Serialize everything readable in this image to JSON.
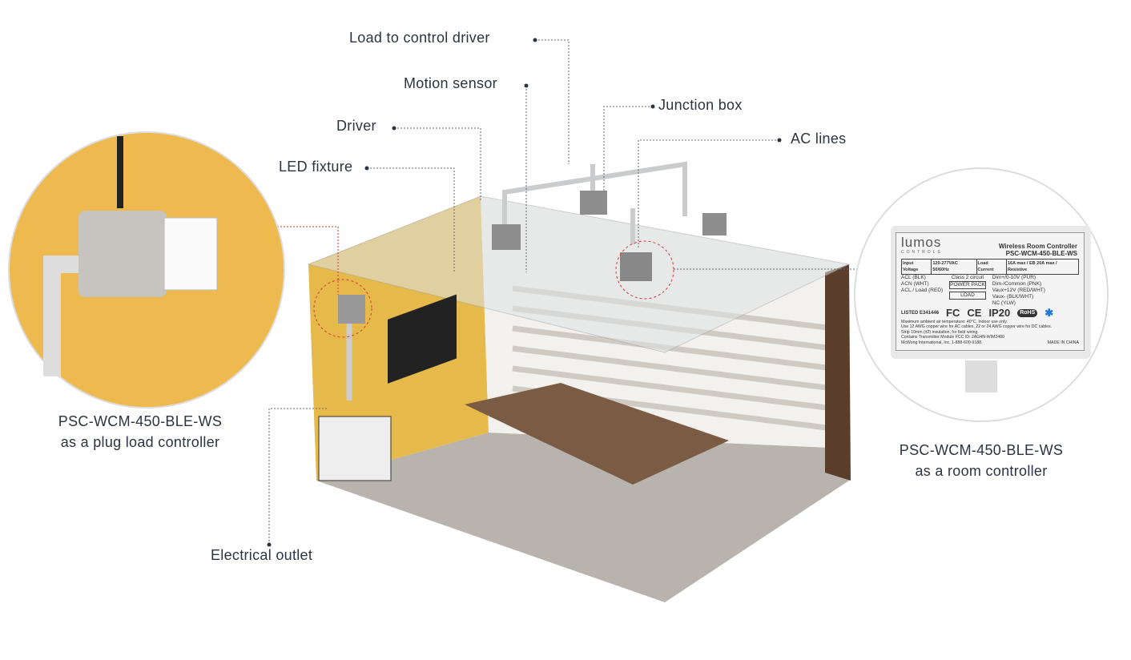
{
  "labels": {
    "load_to_driver": "Load to control driver",
    "motion_sensor": "Motion sensor",
    "driver": "Driver",
    "led_fixture": "LED fixture",
    "junction_box": "Junction box",
    "ac_lines": "AC lines",
    "electrical_outlet": "Electrical outlet"
  },
  "captions": {
    "left": [
      "PSC-WCM-450-BLE-WS",
      "as a plug load controller"
    ],
    "right": [
      "PSC-WCM-450-BLE-WS",
      "as a room controller"
    ]
  },
  "plate": {
    "brand": "lumos",
    "brand_sub": "CONTROLS",
    "title": "Wireless Room Controller",
    "model": "PSC-WCM-450-BLE-WS",
    "spec": [
      "Input Voltage",
      "120-277VAC 50/60Hz",
      "Load Current",
      "16A max / EB 20A max / Resistive"
    ],
    "inputs": [
      "ACL (BLK)",
      "ACN (WHT)",
      "ACL / Load (RED)"
    ],
    "circuit": "Class 2 circuit",
    "power_pack": "POWER PACK",
    "load": "LOAD",
    "outputs": [
      "Dim+/0-10V (PUR)",
      "Dim-/Common (PNK)",
      "Vaux+12V (RED/WHT)",
      "Vaux- (BLK/WHT)",
      "NC (YLW)"
    ],
    "listed": "LISTED E341446",
    "marks": [
      "FC",
      "CE",
      "IP20",
      "RoHS"
    ],
    "notes": [
      "Maximum ambient air temperature: 40°C. Indoor use only.",
      "Use 12 AWG copper wire for AC cables, 22 or 24 AWG copper wire for DC cables.",
      "Strip 10mm (±2) insulation, for field wiring.",
      "Contains Transmitter Module FCC ID: 2AG4N-WIM2480",
      "McWong International, Inc. 1-888-600-9188."
    ],
    "made_in": "MADE IN CHINA"
  }
}
